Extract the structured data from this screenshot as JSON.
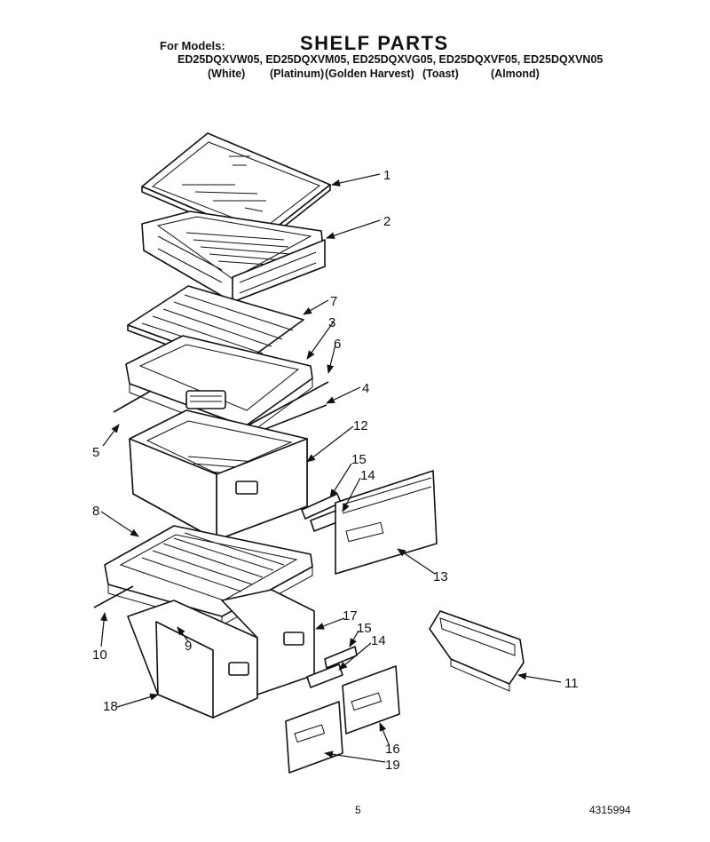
{
  "header": {
    "for_models_label": "For Models:",
    "title": "SHELF PARTS",
    "models_line": "ED25DQXVW05, ED25DQXVM05, ED25DQXVG05, ED25DQXVF05, ED25DQXVN05",
    "colors": [
      "(White)",
      "(Platinum)",
      "(Golden Harvest)",
      "(Toast)",
      "(Almond)"
    ]
  },
  "callouts": [
    "1",
    "2",
    "7",
    "3",
    "6",
    "4",
    "5",
    "12",
    "15",
    "14",
    "8",
    "13",
    "17",
    "15",
    "14",
    "10",
    "9",
    "11",
    "18",
    "16",
    "19"
  ],
  "footer": {
    "page_number": "5",
    "document_number": "4315994"
  }
}
